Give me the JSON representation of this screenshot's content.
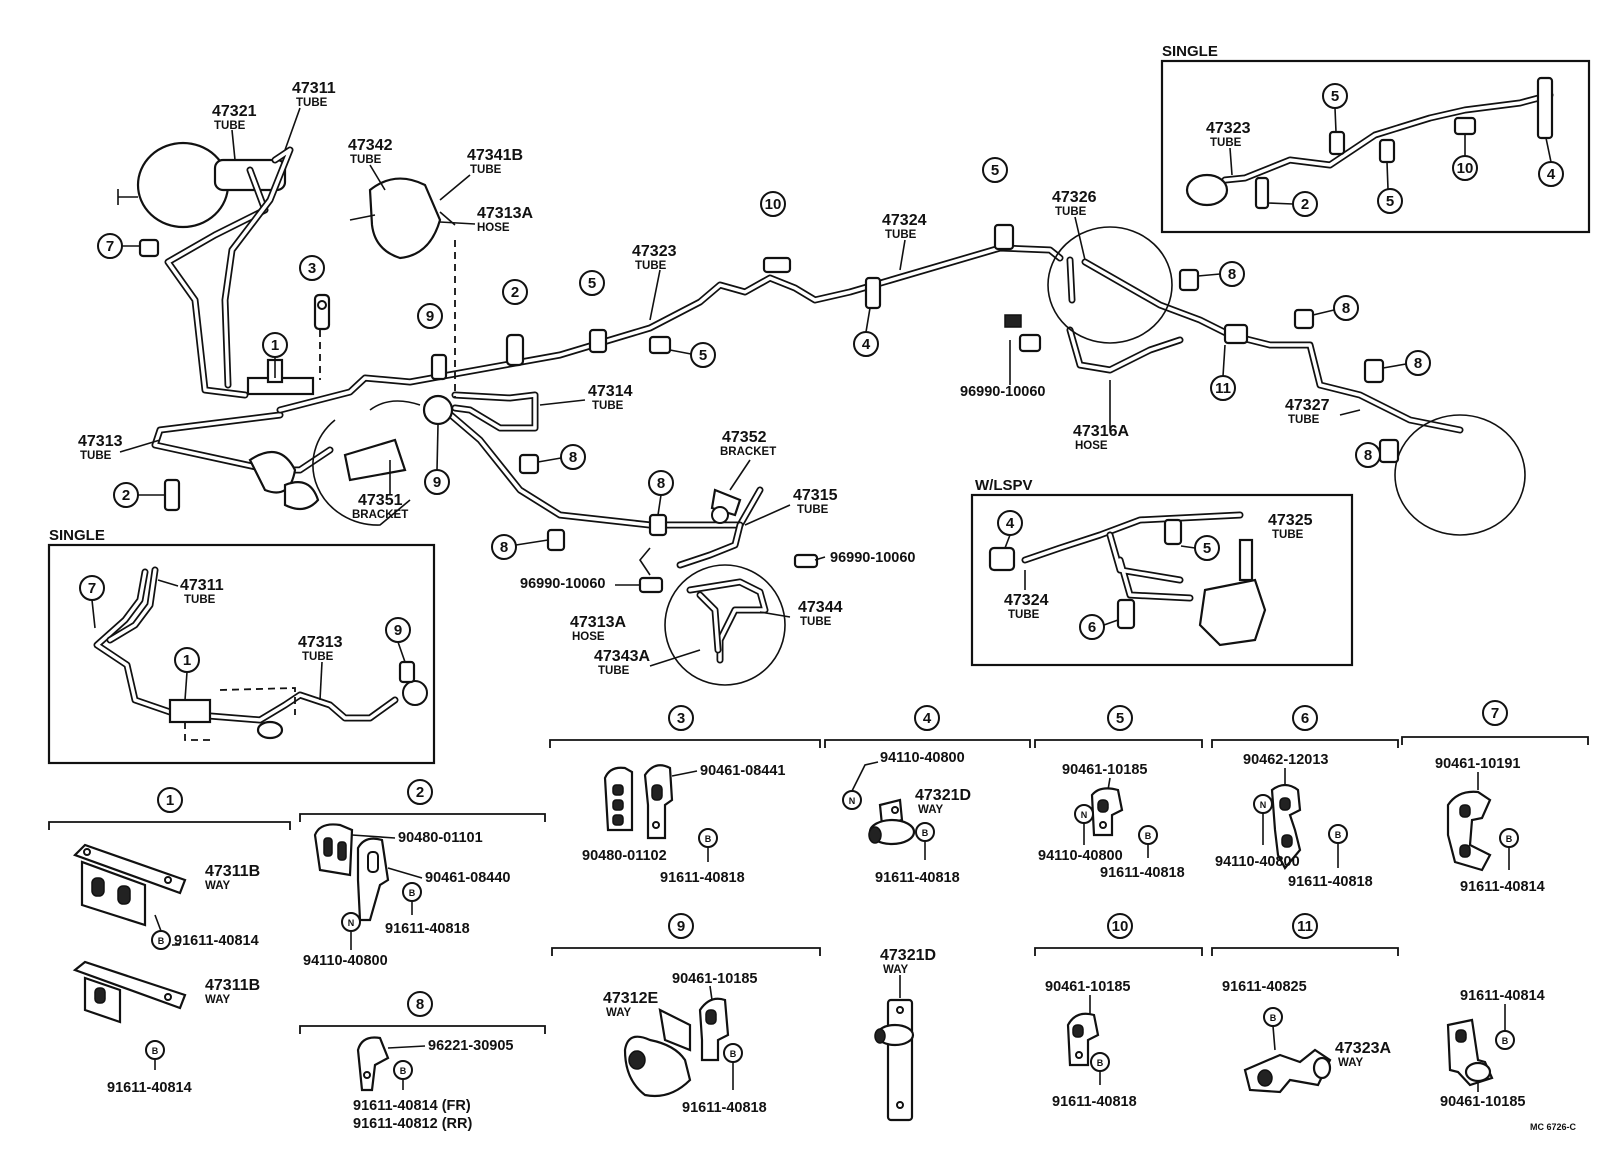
{
  "labels": {
    "single_top": "SINGLE",
    "single_left": "SINGLE",
    "wlspv": "W/LSPV",
    "tube": "TUBE",
    "hose": "HOSE",
    "bracket": "BRACKET",
    "way": "WAY",
    "code": "MC 6726-C"
  },
  "parts": {
    "p47311": "47311",
    "p47321": "47321",
    "p47342": "47342",
    "p47341B": "47341B",
    "p47313A": "47313A",
    "p47323": "47323",
    "p47324": "47324",
    "p47326": "47326",
    "p47313": "47313",
    "p47314": "47314",
    "p47351": "47351",
    "p47352": "47352",
    "p47315": "47315",
    "p47344": "47344",
    "p47343A": "47343A",
    "p47316A": "47316A",
    "p47327": "47327",
    "p47325": "47325",
    "p47311B": "47311B",
    "p47321D": "47321D",
    "p47312E": "47312E",
    "p47323A": "47323A",
    "p96990_10060": "96990-10060",
    "p90480_01101": "90480-01101",
    "p90480_01102": "90480-01102",
    "p90461_08441": "90461-08441",
    "p90461_08440": "90461-08440",
    "p90461_10185": "90461-10185",
    "p90461_10191": "90461-10191",
    "p90462_12013": "90462-12013",
    "p94110_40800": "94110-40800",
    "p91611_40814": "91611-40814",
    "p91611_40818": "91611-40818",
    "p91611_40825": "91611-40825",
    "p96221_30905": "96221-30905",
    "p91611_40814_fr": "91611-40814 (FR)",
    "p91611_40812_rr": "91611-40812 (RR)"
  },
  "callouts": {
    "c1": "1",
    "c2": "2",
    "c3": "3",
    "c4": "4",
    "c5": "5",
    "c6": "6",
    "c7": "7",
    "c8": "8",
    "c9": "9",
    "c10": "10",
    "c11": "11"
  },
  "markers": {
    "b": "B",
    "n": "N"
  }
}
